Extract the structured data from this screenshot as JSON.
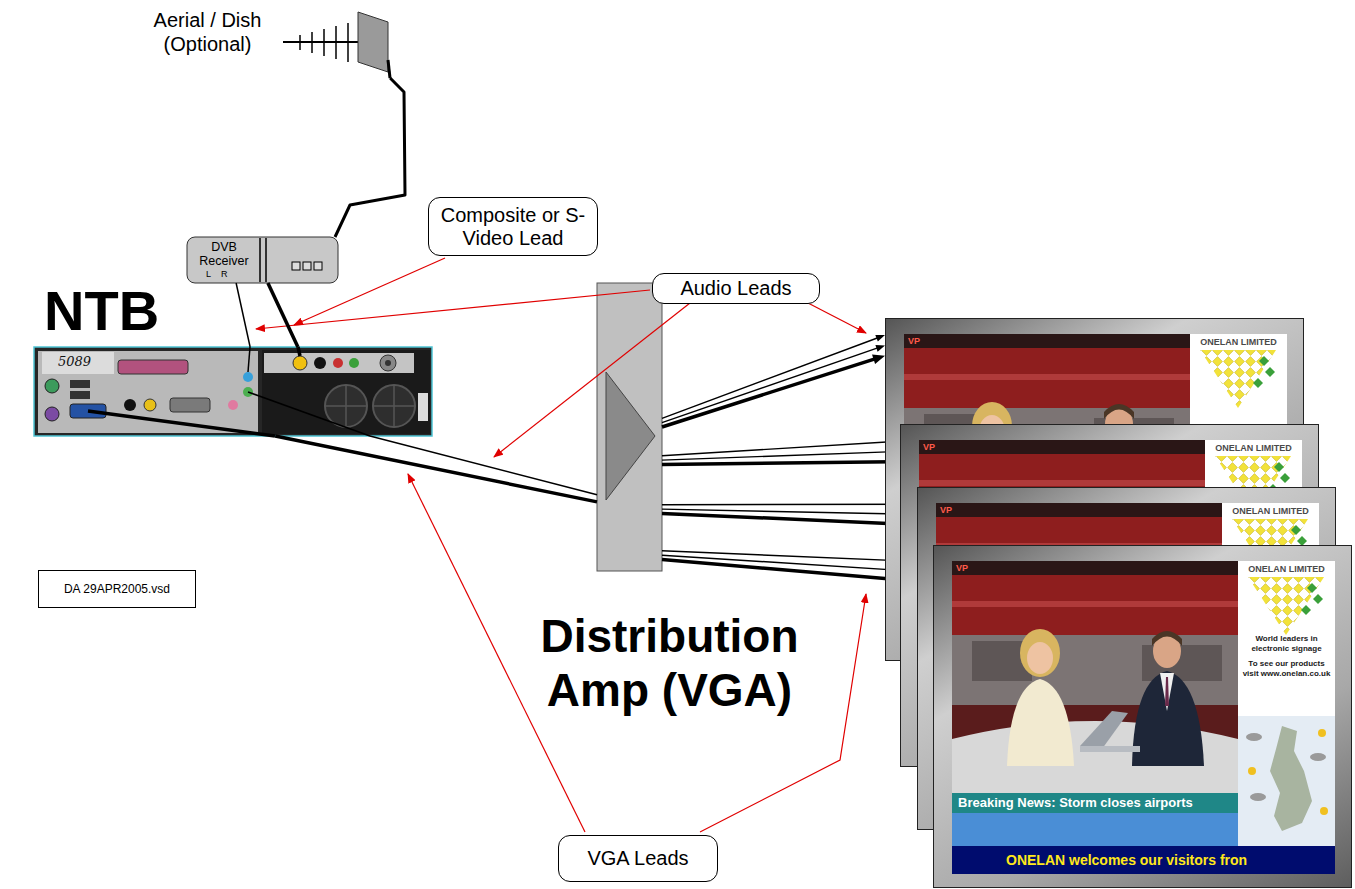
{
  "diagram": {
    "nodes": [
      {
        "text": [
          "Aerial / Dish (Optional)"
        ]
      },
      {
        "text": [
          "Composite or S-Video Lead"
        ]
      },
      {
        "text": [
          "DVB Receiver"
        ]
      },
      {
        "text": [
          "Audio Leads"
        ]
      },
      {
        "text": [
          "NTB"
        ]
      },
      {
        "text": [
          "DA 29APR2005.vsd"
        ]
      },
      {
        "text": [
          "Distribution Amp (VGA)"
        ]
      },
      {
        "text": [
          "VP",
          "ONELAN LIMITED"
        ]
      },
      {
        "text": [
          "VP",
          "ONELAN LIMITED"
        ]
      },
      {
        "text": [
          "VP",
          "ONELAN LIMITED"
        ]
      },
      {
        "text": [
          "VP",
          "ONELAN LIMITED",
          "World leaders in electronic signage",
          "To see our products visit www.onelan.co.uk",
          "Breaking News: Storm closes airports",
          "ONELAN welcomes our visitors fron"
        ]
      },
      {
        "text": [
          "VGA Leads"
        ]
      }
    ],
    "edges": [
      {
        "from": 0,
        "to": 2,
        "arrow": "none"
      },
      {
        "from": 2,
        "to": 4,
        "arrow": "none"
      },
      {
        "from": 2,
        "to": 4,
        "arrow": "none"
      },
      {
        "from": 4,
        "to": 6,
        "arrow": "none"
      },
      {
        "from": 4,
        "to": 6,
        "arrow": "none"
      },
      {
        "from": 6,
        "to": 7,
        "arrow": "to"
      },
      {
        "from": 6,
        "to": 7,
        "arrow": "to"
      },
      {
        "from": 6,
        "to": 7,
        "arrow": "to"
      },
      {
        "from": 6,
        "to": 8,
        "arrow": "to"
      },
      {
        "from": 6,
        "to": 8,
        "arrow": "to"
      },
      {
        "from": 6,
        "to": 8,
        "arrow": "to"
      },
      {
        "from": 6,
        "to": 9,
        "arrow": "to"
      },
      {
        "from": 6,
        "to": 9,
        "arrow": "to"
      },
      {
        "from": 6,
        "to": 9,
        "arrow": "to"
      },
      {
        "from": 6,
        "to": 10,
        "arrow": "to"
      },
      {
        "from": 6,
        "to": 10,
        "arrow": "to"
      },
      {
        "from": 6,
        "to": 10,
        "arrow": "to"
      }
    ],
    "labels": [
      "5089",
      "L",
      "R"
    ]
  }
}
